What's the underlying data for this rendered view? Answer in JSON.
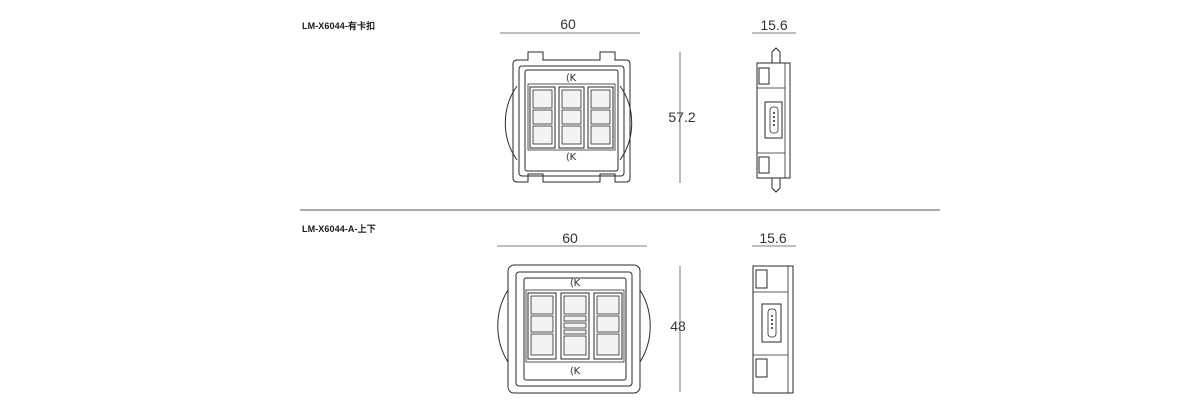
{
  "products": [
    {
      "model": "LM-X6044-有卡扣",
      "front_width": "60",
      "front_height": "57.2",
      "side_depth": "15.6"
    },
    {
      "model": "LM-X6044-A-上下",
      "front_width": "60",
      "front_height": "48",
      "side_depth": "15.6"
    }
  ],
  "colors": {
    "line": "#2a2a2a",
    "dimension": "#555555",
    "background": "#ffffff"
  }
}
